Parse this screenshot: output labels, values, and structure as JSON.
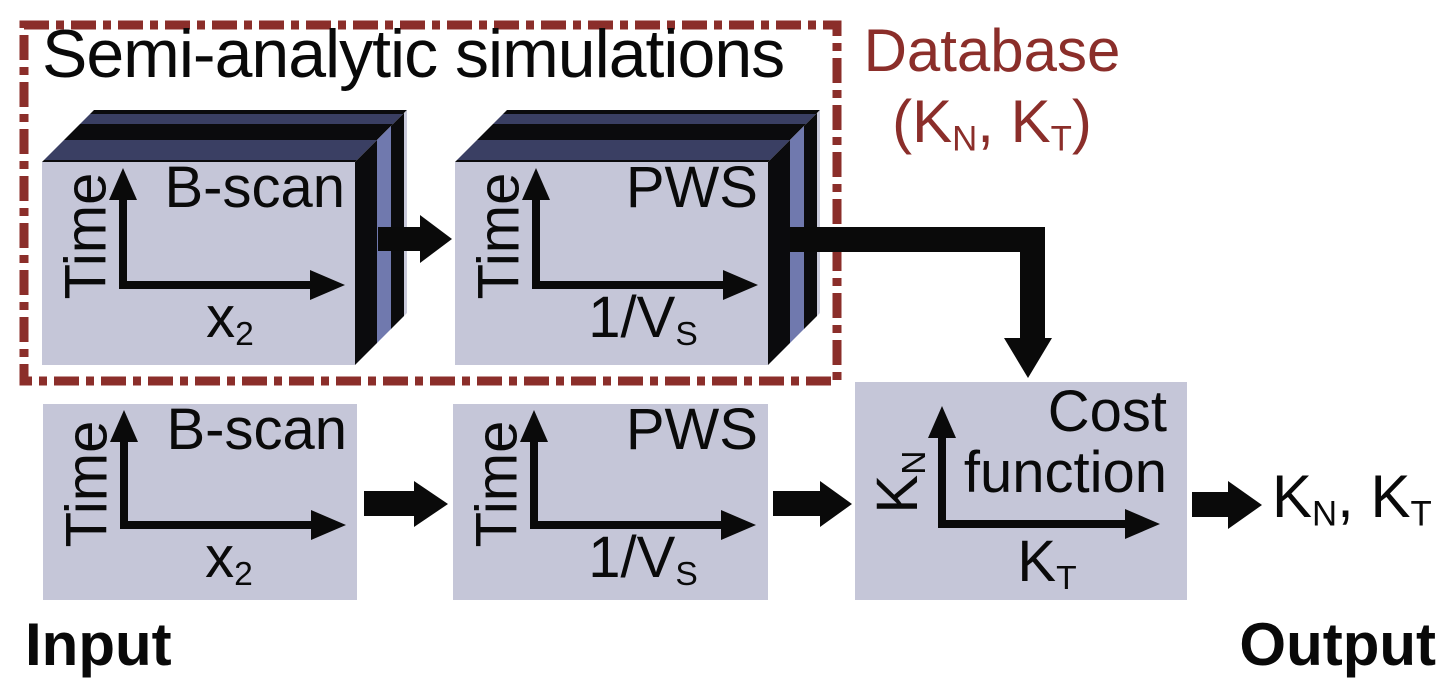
{
  "colors": {
    "accent_red": "#8b2e2a",
    "panel_fill": "#c5c6d8",
    "slice_navy": "#3a3f63",
    "slice_periwinkle": "#7079ae",
    "arrow_black": "#0a0a0a"
  },
  "header": {
    "sim_title": "Semi-analytic simulations"
  },
  "database": {
    "name": "Database",
    "param_open": "(K",
    "param_sub1": "N",
    "param_mid": ", K",
    "param_sub2": "T",
    "param_close": ")"
  },
  "panels": {
    "sim_bscan": {
      "title": "B-scan",
      "y_label": "Time",
      "x_base": "x",
      "x_sub": "2"
    },
    "sim_pws": {
      "title": "PWS",
      "y_label": "Time",
      "x_base": "1/V",
      "x_sub": "S"
    },
    "input_bscan": {
      "title": "B-scan",
      "y_label": "Time",
      "x_base": "x",
      "x_sub": "2"
    },
    "input_pws": {
      "title": "PWS",
      "y_label": "Time",
      "x_base": "1/V",
      "x_sub": "S"
    },
    "cost": {
      "title_line1": "Cost",
      "title_line2": "function",
      "y_base": "K",
      "y_sub": "N",
      "x_base": "K",
      "x_sub": "T"
    }
  },
  "flow": {
    "input_label": "Input",
    "output_label": "Output",
    "output_k1": "K",
    "output_k1_sub": "N",
    "output_sep": ", ",
    "output_k2": "K",
    "output_k2_sub": "T"
  }
}
